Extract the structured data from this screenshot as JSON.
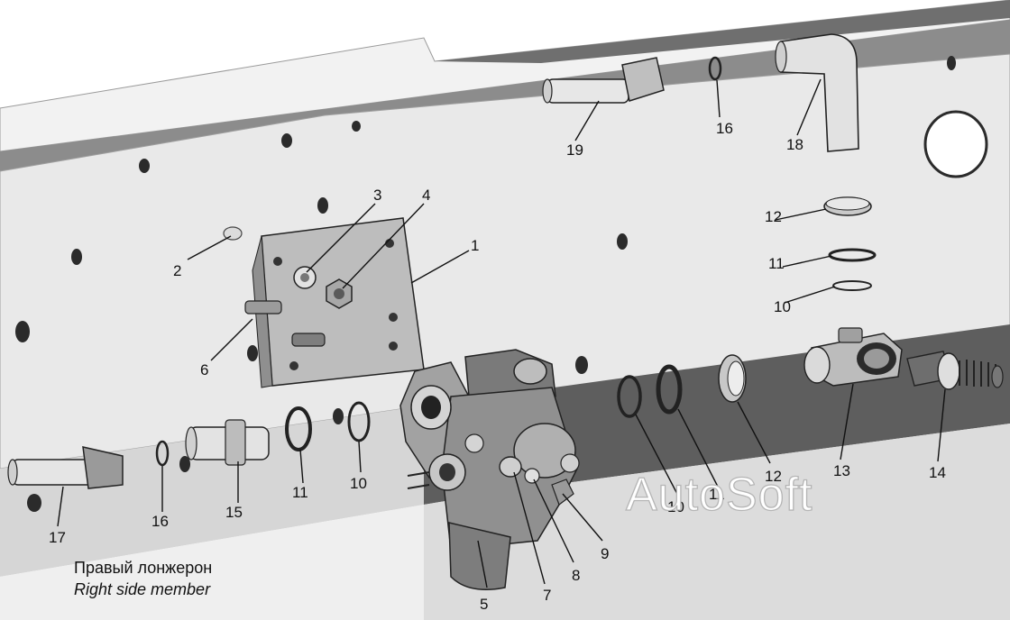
{
  "diagram": {
    "caption_ru": "Правый лонжерон",
    "caption_en": "Right side member",
    "watermark": "AutoSoft",
    "callouts": [
      "1",
      "2",
      "3",
      "4",
      "5",
      "6",
      "7",
      "8",
      "9",
      "10",
      "10",
      "10",
      "10",
      "11",
      "11",
      "11",
      "12",
      "12",
      "13",
      "14",
      "15",
      "16",
      "16",
      "17",
      "18",
      "19"
    ]
  },
  "colors": {
    "background": "#ffffff",
    "frame_light": "#e6e6e6",
    "frame_mid": "#c8c8c8",
    "frame_dark": "#8a8a8a",
    "line": "#111111"
  }
}
